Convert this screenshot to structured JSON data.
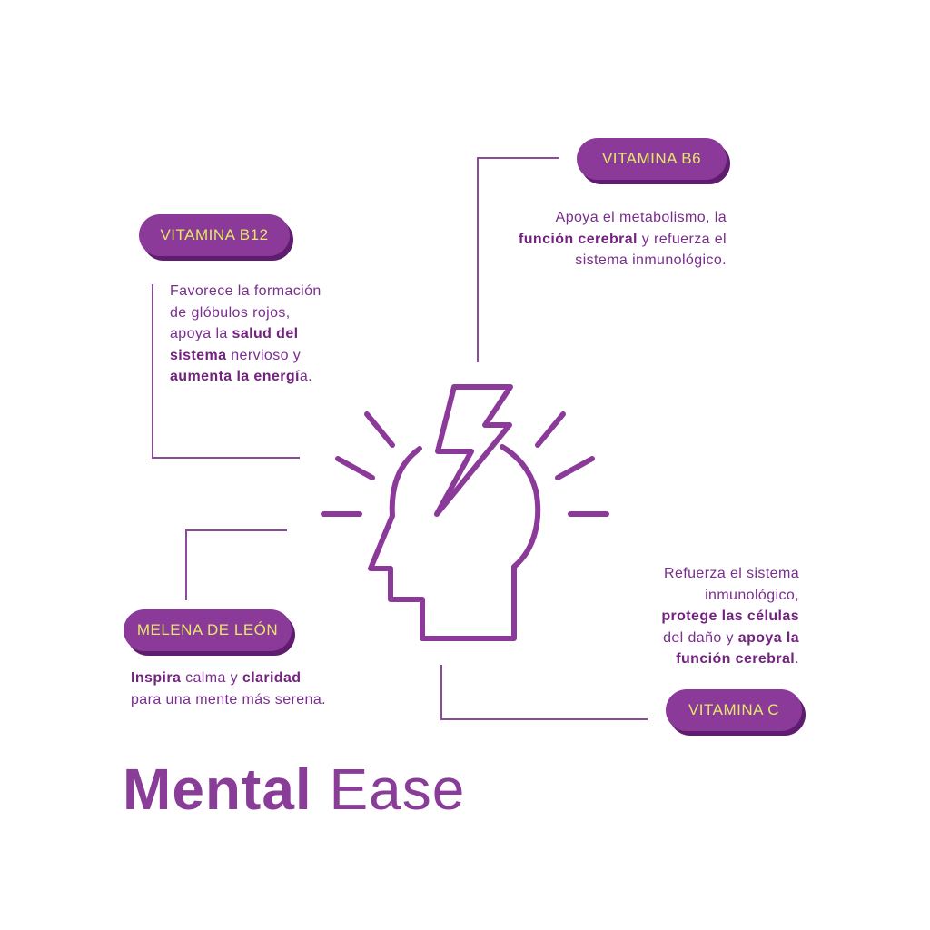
{
  "colors": {
    "pill_bg": "#8b3a9a",
    "pill_shadow": "#5e1d6e",
    "pill_text": "#e4e86a",
    "text": "#7a2d8e",
    "icon_stroke": "#8b3a9a"
  },
  "icon": "head-with-lightning-bolt-icon",
  "vitamina_b6": {
    "label": "VITAMINA B6",
    "text": [
      {
        "t": "Apoya el metabolismo, la",
        "b": false
      },
      {
        "t": "función cerebral",
        "b": true
      },
      {
        "t": " y refuerza el",
        "b": false
      },
      {
        "t": "sistema inmunológico.",
        "b": false
      }
    ]
  },
  "vitamina_b12": {
    "label": "VITAMINA B12",
    "text": [
      {
        "t": "Favorece la formación",
        "b": false
      },
      {
        "t": "de glóbulos rojos,",
        "b": false
      },
      {
        "t": "apoya la ",
        "b": false
      },
      {
        "t": "salud del",
        "b": true
      },
      {
        "t": "sistema",
        "b": true
      },
      {
        "t": " nervioso y",
        "b": false
      },
      {
        "t": "aumenta la energí",
        "b": true
      },
      {
        "t": "a.",
        "b": false
      }
    ]
  },
  "melena_de_leon": {
    "label": "MELENA DE LEÓN",
    "text": [
      {
        "t": "Inspira",
        "b": true
      },
      {
        "t": " calma y ",
        "b": false
      },
      {
        "t": "claridad",
        "b": true
      },
      {
        "t": "para una mente más serena.",
        "b": false
      }
    ]
  },
  "vitamina_c": {
    "label": "VITAMINA C",
    "text": [
      {
        "t": "Refuerza el sistema",
        "b": false
      },
      {
        "t": "inmunológico,",
        "b": false
      },
      {
        "t": "protege las células",
        "b": true
      },
      {
        "t": "del daño y ",
        "b": false
      },
      {
        "t": "apoya la",
        "b": true
      },
      {
        "t": "función cerebral",
        "b": true
      },
      {
        "t": ".",
        "b": false
      }
    ]
  },
  "title": {
    "bold": "Mental",
    "light": "Ease"
  }
}
